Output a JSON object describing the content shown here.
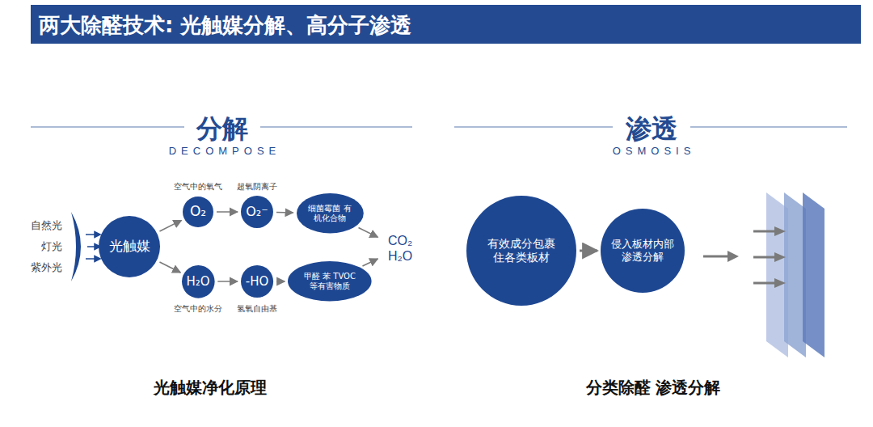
{
  "diagram": {
    "title": "两大除醛技术: 光触媒分解、高分子渗透",
    "nodes": [
      {
        "text": [
          "光触媒"
        ]
      },
      {
        "text": [
          "O₂"
        ]
      },
      {
        "text": [
          "O₂⁻"
        ]
      },
      {
        "text": [
          "细菌霉菌 有机化合物"
        ]
      },
      {
        "text": [
          "H₂O"
        ]
      },
      {
        "text": [
          "-HO"
        ]
      },
      {
        "text": [
          "甲醛 苯 TVOC 等有害物质"
        ]
      },
      {
        "text": [
          "CO₂ H₂O"
        ]
      },
      {
        "text": [
          "有效成分包裹 住各类板材"
        ]
      },
      {
        "text": [
          "侵入板材内部 渗透分解"
        ]
      }
    ],
    "edges": [
      {
        "from": 0,
        "to": 1,
        "arrow": "to"
      },
      {
        "from": 1,
        "to": 2,
        "arrow": "to"
      },
      {
        "from": 2,
        "to": 3,
        "arrow": "to"
      },
      {
        "from": 3,
        "to": 7,
        "arrow": "to"
      },
      {
        "from": 0,
        "to": 4,
        "arrow": "to"
      },
      {
        "from": 4,
        "to": 5,
        "arrow": "to"
      },
      {
        "from": 5,
        "to": 6,
        "arrow": "to"
      },
      {
        "from": 6,
        "to": 7,
        "arrow": "to"
      },
      {
        "from": 8,
        "to": 9,
        "arrow": "to"
      }
    ],
    "labels": [
      "分解",
      "DECOMPOSE",
      "渗透",
      "OSMOSIS",
      "自然光",
      "灯光",
      "紫外光",
      "空气中的氧气",
      "超氧阴离子",
      "空气中的水分",
      "氢氧自由基",
      "光触媒净化原理",
      "分类除醛 渗透分解"
    ]
  }
}
